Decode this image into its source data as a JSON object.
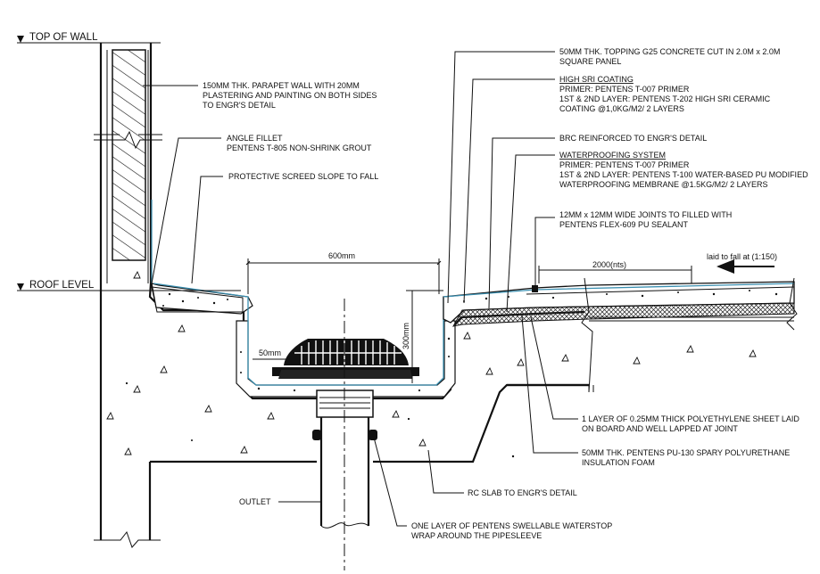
{
  "levels": {
    "top_of_wall": "TOP OF WALL",
    "roof_level": "ROOF LEVEL"
  },
  "dimensions": {
    "width_600": "600mm",
    "depth_300": "300mm",
    "thickness_50": "50mm",
    "span_2000": "2000(nts)",
    "fall": "laid to fall at (1:150)"
  },
  "notes": {
    "parapet": [
      "150MM THK. PARAPET WALL WITH 20MM",
      "PLASTERING AND PAINTING ON BOTH SIDES",
      "TO ENGR'S DETAIL"
    ],
    "fillet": [
      "ANGLE FILLET",
      "PENTENS T-805 NON-SHRINK GROUT"
    ],
    "screed": [
      "PROTECTIVE SCREED SLOPE TO FALL"
    ],
    "topping": [
      "50MM THK. TOPPING G25 CONCRETE CUT IN 2.0M x 2.0M",
      "SQUARE PANEL"
    ],
    "sri_title": "HIGH SRI COATING",
    "sri_body": [
      "PRIMER: PENTENS T-007 PRIMER",
      "1ST & 2ND LAYER: PENTENS T-202 HIGH SRI CERAMIC",
      "COATING @1,0KG/M2/ 2 LAYERS"
    ],
    "brc": [
      "BRC REINFORCED TO ENGR'S DETAIL"
    ],
    "wp_title": "WATERPROOFING SYSTEM",
    "wp_body": [
      "PRIMER: PENTENS T-007 PRIMER",
      "1ST & 2ND LAYER: PENTENS T-100 WATER-BASED PU MODIFIED",
      "WATERPROOFING MEMBRANE @1.5KG/M2/ 2 LAYERS"
    ],
    "joints": [
      "12MM x 12MM WIDE JOINTS TO FILLED WITH",
      "PENTENS FLEX-609 PU SEALANT"
    ],
    "polyethylene": [
      "1 LAYER OF 0.25MM THICK POLYETHYLENE SHEET LAID",
      "ON BOARD AND WELL LAPPED AT JOINT"
    ],
    "insulation": [
      "50MM THK. PENTENS PU-130 SPARY POLYURETHANE",
      "INSULATION FOAM"
    ],
    "rc_slab": [
      "RC SLAB TO ENGR'S DETAIL"
    ],
    "outlet": "OUTLET",
    "waterstop": [
      "ONE LAYER OF PENTENS SWELLABLE WATERSTOP",
      "WRAP AROUND THE PIPESLEEVE"
    ]
  }
}
